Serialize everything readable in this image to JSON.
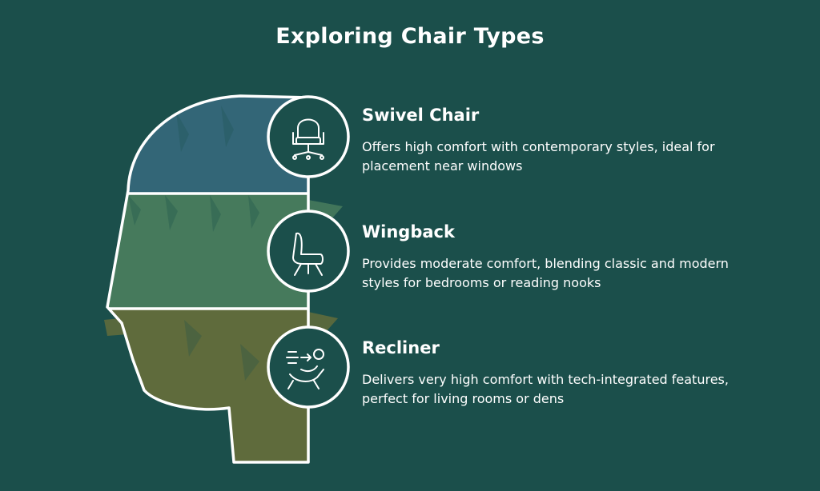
{
  "title": "Exploring Chair Types",
  "colors": {
    "background": "#1b4f4b",
    "band_top": "#336677",
    "band_middle": "#467a5c",
    "band_bottom": "#5f6b3c",
    "outline": "#ffffff"
  },
  "items": [
    {
      "title": "Swivel Chair",
      "description": "Offers high comfort with contemporary styles, ideal for placement near windows",
      "icon": "swivel-chair-icon"
    },
    {
      "title": "Wingback",
      "description": "Provides moderate comfort, blending classic and modern styles for bedrooms or reading nooks",
      "icon": "wingback-chair-icon"
    },
    {
      "title": "Recliner",
      "description": "Delivers very high comfort with tech-integrated features, perfect for living rooms or dens",
      "icon": "recliner-icon"
    }
  ]
}
